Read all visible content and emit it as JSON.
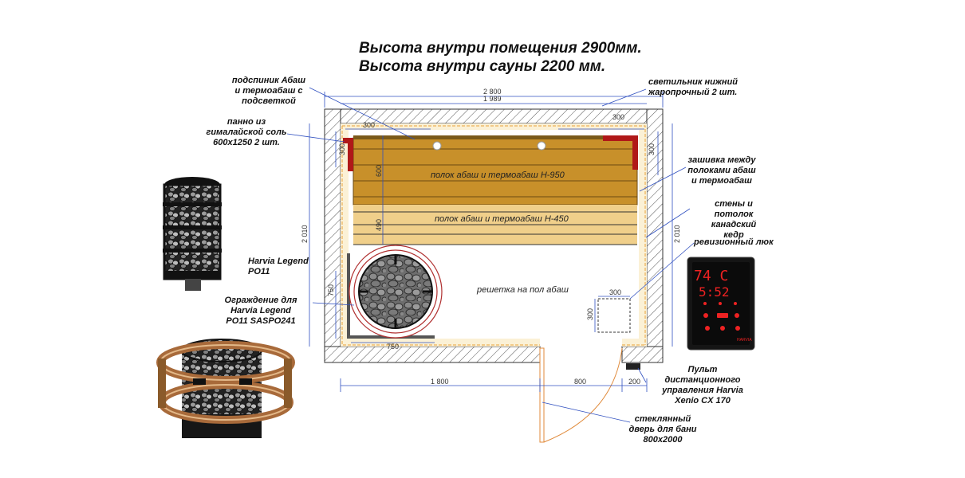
{
  "titles": {
    "line1": "Высота внутри помещения 2900мм.",
    "line2": "Высота внутри сауны 2200 мм."
  },
  "labels": {
    "backrest": "подспиник Абаш и термоабаш с подсветкой",
    "salt_panel": "панно из гималайской соль 600x1250 2 шт.",
    "lamp": "светильник нижний жаропрочный  2 шт.",
    "lining": "зашивка между полоками абаш и термоабаш",
    "walls": "стены и потолок канадский кедр",
    "hatch": "ревизионный люк",
    "stove": "Harvia Legend PO11",
    "fence": "Ограждение для Harvia Legend PO11 SASPO241",
    "remote": "Пульт дистанционного управления Harvia Xenio CX 170",
    "door": "стеклянный дверь для бани 800x2000"
  },
  "plan": {
    "bench_upper": "полок абаш и термоабаш Н-950",
    "bench_lower": "полок абаш и термоабаш Н-450",
    "floor": "решетка на пол абаш"
  },
  "dimensions": {
    "outer_width": "2 800",
    "inner_width": "1 989",
    "left_300": "300",
    "right_300": "300",
    "left_vert_300": "300",
    "right_vert_300": "300",
    "bench_600": "600",
    "bench_490": "490",
    "left_height": "2 010",
    "right_height": "2 010",
    "stove_750_v": "750",
    "stove_750_h": "750",
    "hatch_300_h": "300",
    "hatch_300_v": "300",
    "bottom_1800": "1 800",
    "bottom_800": "800",
    "bottom_200": "200"
  },
  "controller": {
    "temp": "74 C",
    "time": "5:52",
    "brand": "HARVIA"
  },
  "colors": {
    "wall_hatch": "#555555",
    "bench_upper": "#c8902a",
    "bench_lower": "#f0cf8a",
    "salt_panel": "#b01818",
    "door": "#e08a3a",
    "dimension": "#3050c0",
    "fence": "#b03030"
  }
}
